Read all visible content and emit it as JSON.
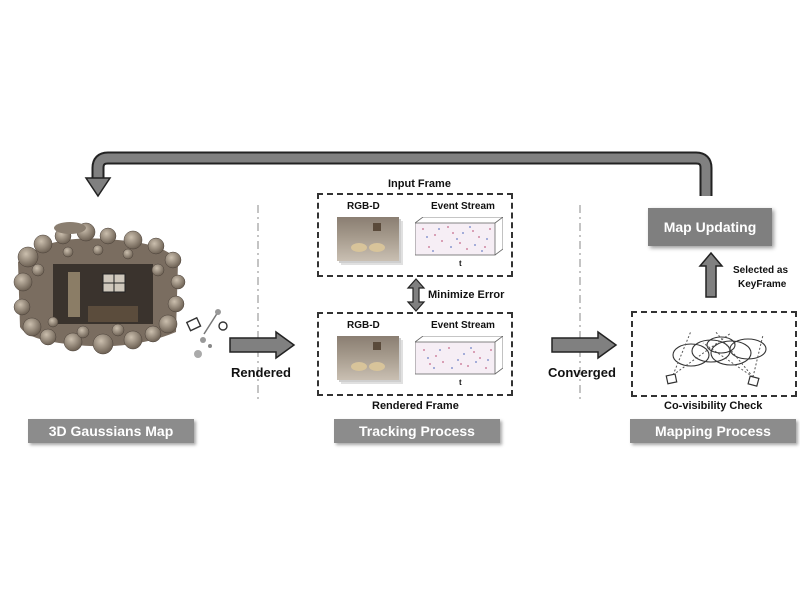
{
  "diagram": {
    "nodes": {
      "gaussians_map": {
        "label": "3D Gaussians Map"
      },
      "tracking": {
        "label": "Tracking Process",
        "input_frame": "Input Frame",
        "rendered_frame": "Rendered Frame",
        "rgbd": "RGB-D",
        "event_stream": "Event Stream",
        "time_axis": "t",
        "minimize_error": "Minimize Error"
      },
      "mapping": {
        "label": "Mapping Process",
        "map_updating": "Map Updating",
        "selected_keyframe_1": "Selected as",
        "selected_keyframe_2": "KeyFrame",
        "covisibility": "Co-visibility Check"
      }
    },
    "edges": {
      "rendered": "Rendered",
      "converged": "Converged"
    },
    "colors": {
      "arrow_fill": "#808080",
      "arrow_stroke": "#222222",
      "footer_bg": "#8c8c8c",
      "map_update_bg": "#7f7f7f"
    }
  }
}
